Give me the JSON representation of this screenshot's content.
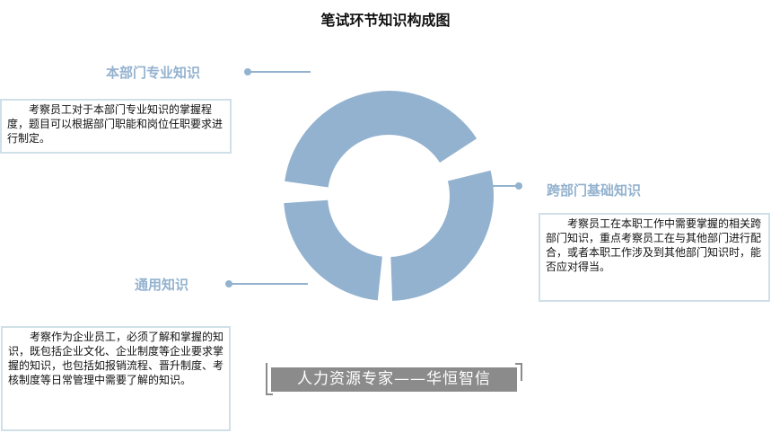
{
  "title": "笔试环节知识构成图",
  "segments": [
    {
      "heading": "本部门专业知识",
      "description": "考察员工对于本部门专业知识的掌握程度，题目可以根据部门职能和岗位任职要求进行制定。"
    },
    {
      "heading": "跨部门基础知识",
      "description": "考察员工在本职工作中需要掌握的相关跨部门知识，重点考察员工在与其他部门进行配合，或者本职工作涉及到其他部门知识时，能否应对得当。"
    },
    {
      "heading": "通用知识",
      "description": "考察作为企业员工，必须了解和掌握的知识，既包括企业文化、企业制度等企业要求掌握的知识，也包括如报销流程、晋升制度、考核制度等日常管理中需要了解的知识。"
    }
  ],
  "watermark": "人力资源专家——华恒智信",
  "colors": {
    "ring": "#93b2cf",
    "box_border": "#cfe0e8",
    "watermark_bg": "#8b8b8b"
  }
}
